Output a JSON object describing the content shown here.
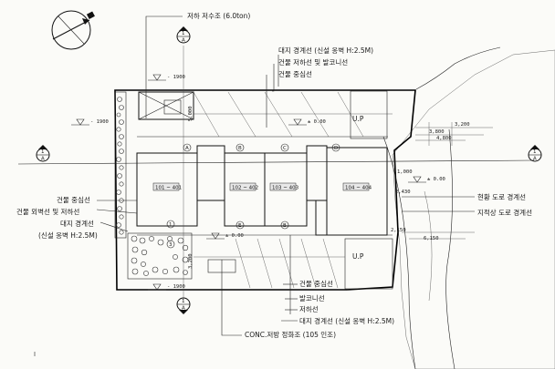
{
  "labels": {
    "tank": "저하 저수조 (6.0ton)",
    "site_line_top": "대지 경계선 (신설 옹벽 H:2.5M)",
    "setback_top": "건물 저하선 및 발코니선",
    "center_top": "건물 중심선",
    "up_top": "U.P",
    "up_bottom": "U.P",
    "center_left": "건물 중심선",
    "setback_left": "건물 외벽선 및 저하선",
    "site_line_left_1": "대지 경계선",
    "site_line_left_2": "(신설 옹벽 H:2.5M)",
    "road_existing": "현황 도로 경계선",
    "road_planned": "지적상 도로 경계선",
    "center_bottom": "건물 중심선",
    "balcony_bottom": "발코니선",
    "setback_bottom": "저하선",
    "site_line_bottom": "대지 경계선 (신설 옹벽 H:2.5M)",
    "septic": "CONC.저방 정화조 (105 인조)"
  },
  "levels": {
    "lv_top_left": "- 1900",
    "lv_mid_top": "± 0.00",
    "lv_left": "- 1900",
    "lv_right": "± 0.00",
    "lv_bottom_mid": "± 0.00",
    "lv_bottom_left": "- 1900"
  },
  "dims": {
    "d1": "3,200",
    "d2": "3,800",
    "d3": "4,800",
    "d4": "1,000",
    "d5": "2,430",
    "d6": "2,150",
    "d7": "6,150",
    "d8": "5,000",
    "d9": "3,200"
  },
  "section_markers": {
    "top_num": "1",
    "top_sub": "A",
    "left_num": "1",
    "left_sub": "A",
    "right_num": "1",
    "right_sub": "A",
    "bottom_num": "1",
    "bottom_sub": "A"
  },
  "grid": {
    "g1": "A",
    "g2": "B",
    "g3": "C",
    "g4": "D",
    "g5": "E",
    "g6": "1",
    "g7": "3"
  },
  "rooms": {
    "r1": "101 ~ 401",
    "r2": "102 ~ 402",
    "r3": "103 ~ 403",
    "r4": "104 ~ 404"
  },
  "colors": {
    "ink": "#111111",
    "building_fill": "#5a5a5a",
    "paper": "#fbfbf8"
  }
}
